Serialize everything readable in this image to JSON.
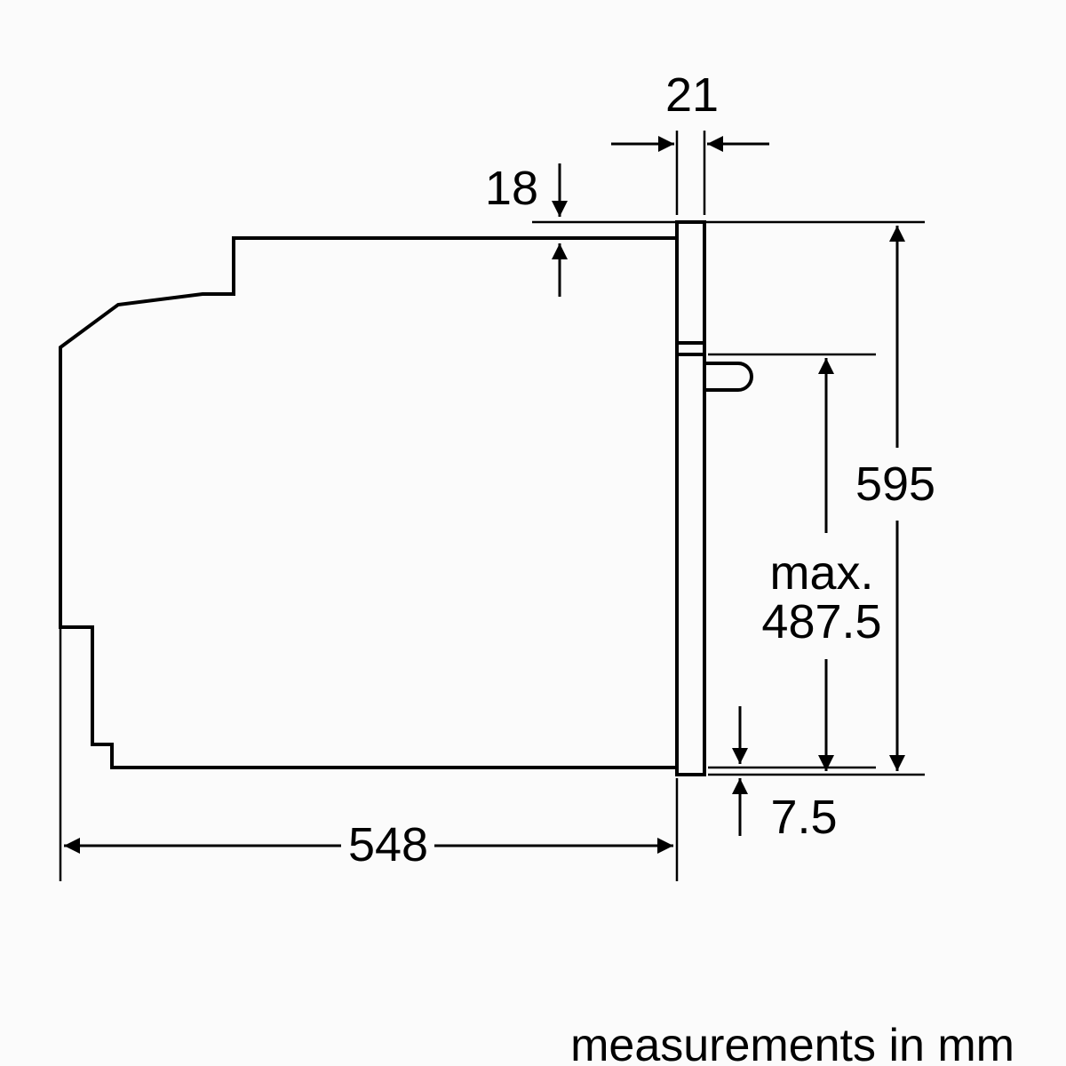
{
  "diagram": {
    "footer_note": "measurements in mm",
    "dimensions": {
      "panel_thickness": "21",
      "top_inset": "18",
      "total_height": "595",
      "max_prefix": "max.",
      "max_height": "487.5",
      "bottom_overhang": "7.5",
      "body_depth": "548"
    },
    "colors": {
      "line": "#000000",
      "background": "#fbfbfb"
    }
  }
}
